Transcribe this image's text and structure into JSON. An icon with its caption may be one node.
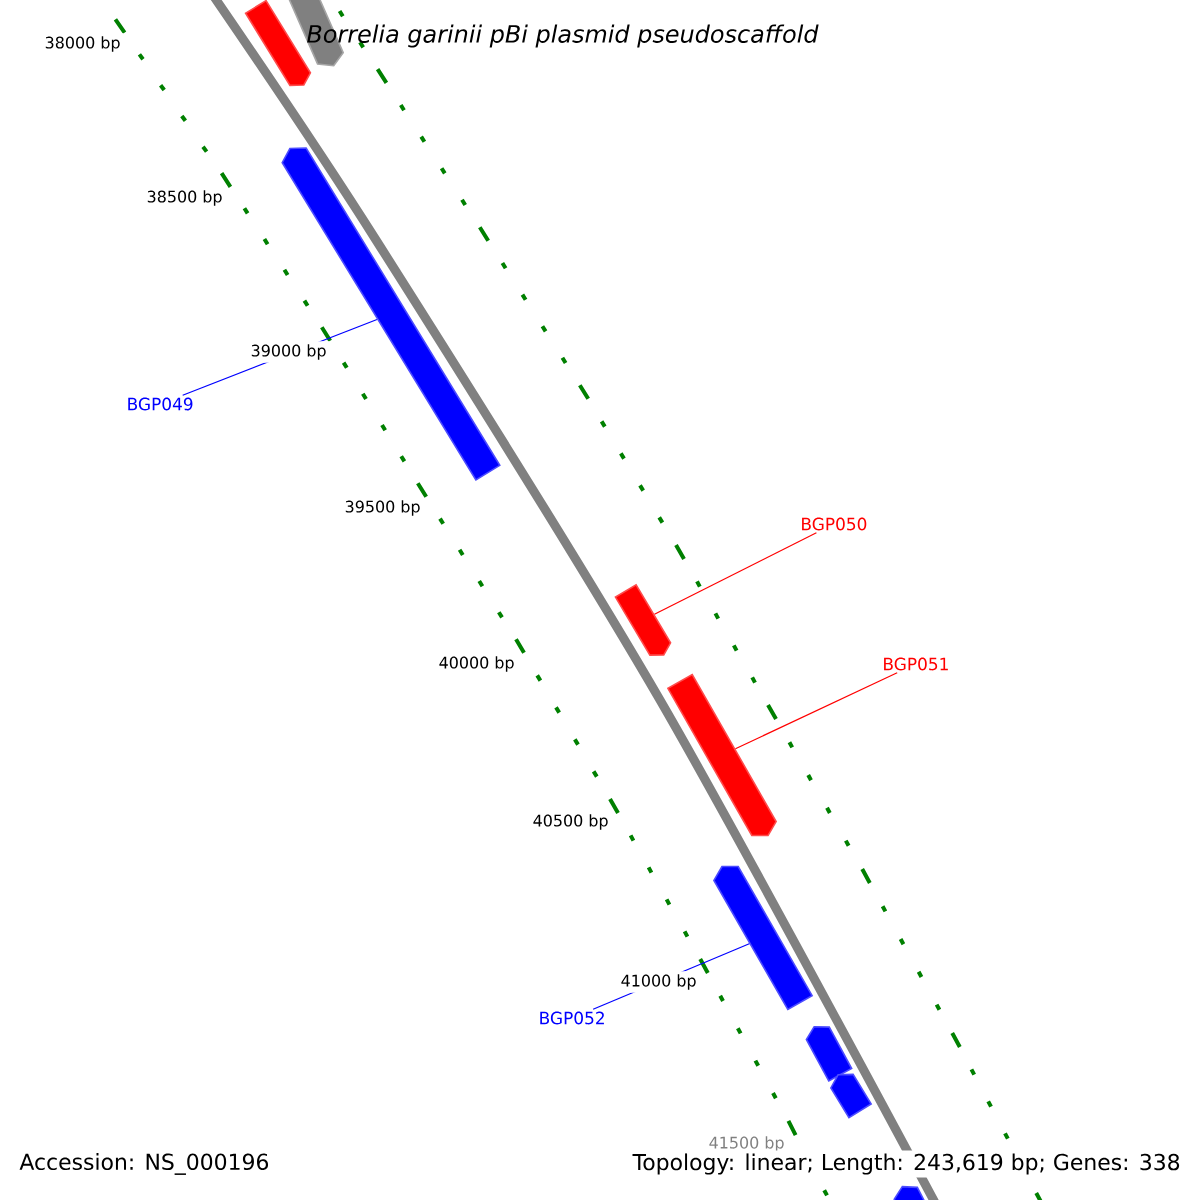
{
  "diagram": {
    "title": "Borrelia garinii pBi plasmid pseudoscaffold",
    "nodes": [
      {
        "text": [],
        "shape": "bar"
      },
      {
        "text": [],
        "shape": "bar"
      },
      {
        "text": [],
        "shape": "bar"
      },
      {
        "text": [
          "BGP049"
        ]
      },
      {
        "text": [],
        "shape": "bar"
      },
      {
        "text": [
          "BGP050"
        ]
      },
      {
        "text": [],
        "shape": "bar"
      },
      {
        "text": [
          "BGP051"
        ]
      },
      {
        "text": [],
        "shape": "bar"
      },
      {
        "text": [
          "BGP052"
        ]
      },
      {
        "text": [],
        "shape": "bar"
      },
      {
        "text": [],
        "shape": "bar"
      },
      {
        "text": [],
        "shape": "bar"
      }
    ],
    "edges": [
      {
        "from": 3,
        "to": 2,
        "arrow": "none",
        "color": "#0000ff"
      },
      {
        "from": 5,
        "to": 4,
        "arrow": "none",
        "color": "#ff0000"
      },
      {
        "from": 7,
        "to": 6,
        "arrow": "none",
        "color": "#ff0000"
      },
      {
        "from": 9,
        "to": 8,
        "arrow": "none",
        "color": "#0000ff"
      }
    ],
    "labels": [
      "38000 bp",
      "38500 bp",
      "39000 bp",
      "39500 bp",
      "40000 bp",
      "40500 bp",
      "41000 bp",
      "41500 bp",
      "Accession: NS_000196",
      "Topology: linear; Length: 243,619 bp; Genes: 338"
    ]
  }
}
